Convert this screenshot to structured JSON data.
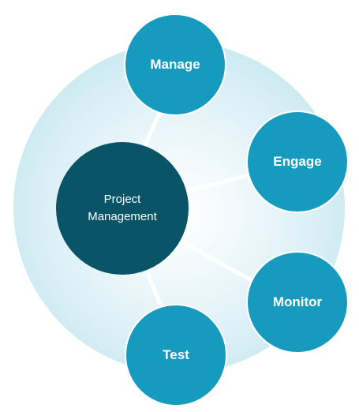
{
  "diagram": {
    "center": {
      "label": "Project\nManagement"
    },
    "satellites": [
      {
        "label": "Manage"
      },
      {
        "label": "Engage"
      },
      {
        "label": "Monitor"
      },
      {
        "label": "Test"
      }
    ]
  },
  "colors": {
    "center_fill": "#0a5468",
    "satellite_fill": "#169bbf",
    "halo_edge": "#bfe3ee",
    "text": "#ffffff"
  }
}
